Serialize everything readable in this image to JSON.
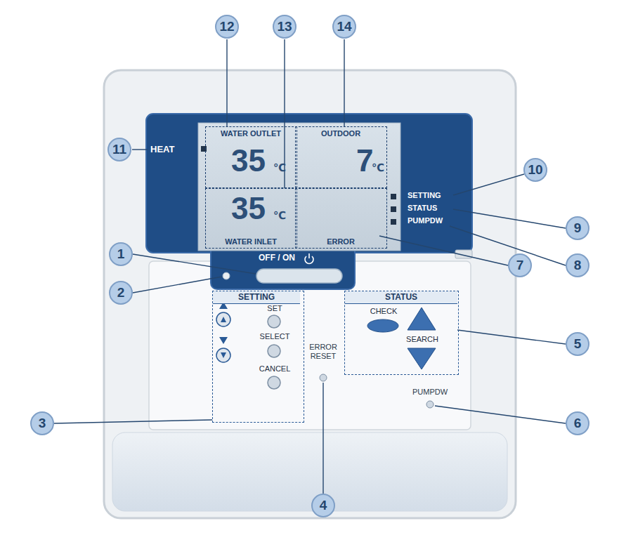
{
  "diagram": {
    "nodes": [
      {
        "text": [
          "WATER OUTLET",
          "35",
          "℃"
        ]
      },
      {
        "text": [
          "OUTDOOR",
          "7",
          "℃"
        ]
      },
      {
        "text": [
          "35",
          "℃",
          "WATER INLET"
        ]
      },
      {
        "text": [
          "ERROR"
        ]
      },
      {
        "text": [
          "SETTING",
          "SET",
          "SELECT",
          "CANCEL"
        ]
      },
      {
        "text": [
          "STATUS",
          "CHECK",
          "SEARCH"
        ]
      }
    ],
    "labels": [
      "12",
      "13",
      "14",
      "11",
      "10",
      "9",
      "8",
      "1",
      "2",
      "7",
      "5",
      "3",
      "6",
      "4",
      "HEAT",
      "SETTING",
      "STATUS",
      "PUMPDW",
      "OFF / ON",
      "ERROR RESET",
      "PUMPDW"
    ]
  }
}
